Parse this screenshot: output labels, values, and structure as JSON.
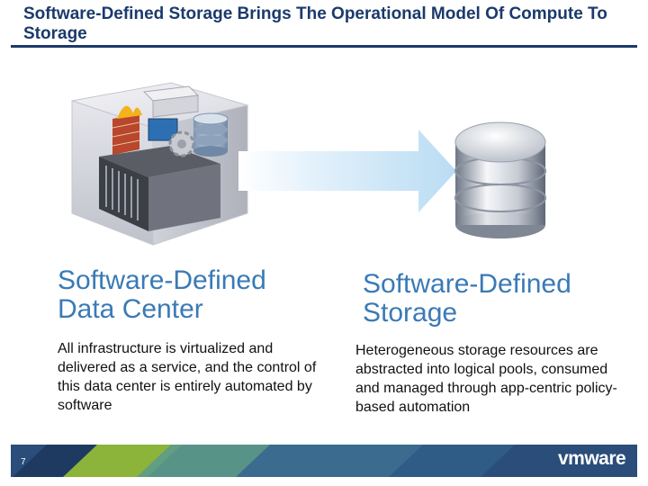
{
  "slide": {
    "title": "Software-Defined Storage Brings The Operational Model Of Compute To Storage",
    "page_number": "7"
  },
  "left": {
    "heading": "Software-Defined Data Center",
    "body": "All infrastructure is virtualized and delivered as a service, and the control of this data center is entirely automated by software"
  },
  "right": {
    "heading": "Software-Defined Storage",
    "body": "Heterogeneous storage resources are abstracted into logical pools, consumed and managed through app-centric policy-based automation"
  },
  "logo": {
    "text": "vmware"
  },
  "colors": {
    "title": "#1b3a6b",
    "heading": "#3a7ab6",
    "arrow": "#cfe6f7",
    "footer_blue": "#2a4d7a",
    "footer_green": "#8cb33a"
  },
  "icons": [
    "data-center-cube-icon",
    "firewall-icon",
    "server-rack-icon",
    "database-icon",
    "gear-icon",
    "arrow-right-icon"
  ]
}
